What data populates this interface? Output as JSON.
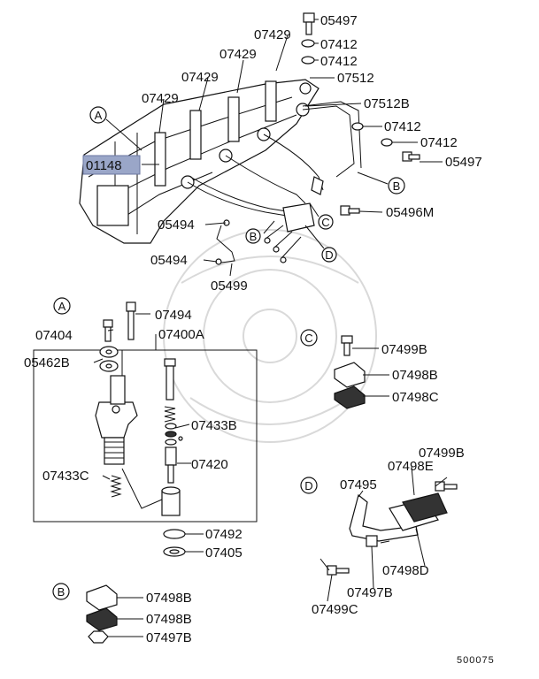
{
  "labels": {
    "p05497_top": "05497",
    "p07412_a": "07412",
    "p07412_b": "07412",
    "p07512": "07512",
    "p07512b": "07512B",
    "p07412_c": "07412",
    "p07412_d": "07412",
    "p05497_mid": "05497",
    "p05496m": "05496M",
    "p07429_a": "07429",
    "p07429_b": "07429",
    "p07429_c": "07429",
    "p07429_d": "07429",
    "p01148": "01148",
    "p05494_a": "05494",
    "p05494_b": "05494",
    "p05499": "05499",
    "p07494": "07494",
    "p07404": "07404",
    "p07400a": "07400A",
    "p05462b": "05462B",
    "p07433b": "07433B",
    "p07420": "07420",
    "p07433c": "07433C",
    "p07492": "07492",
    "p07405": "07405",
    "c_p07499b": "07499B",
    "c_p07498b": "07498B",
    "c_p07498c": "07498C",
    "d_p07495": "07495",
    "d_p07499b": "07499B",
    "d_p07498e": "07498E",
    "d_p07498d": "07498D",
    "d_p07497b": "07497B",
    "d_p07499c": "07499C",
    "b_p07498b_a": "07498B",
    "b_p07498b_b": "07498B",
    "b_p07497b": "07497B"
  },
  "callouts": {
    "a_top": "A",
    "b_top": "B",
    "b_mid": "B",
    "c_top": "C",
    "d_top": "D",
    "a_section": "A",
    "c_section": "C",
    "d_section": "D",
    "b_section": "B"
  },
  "diagram_code": "500075",
  "highlight_color": "#9aa6c8"
}
